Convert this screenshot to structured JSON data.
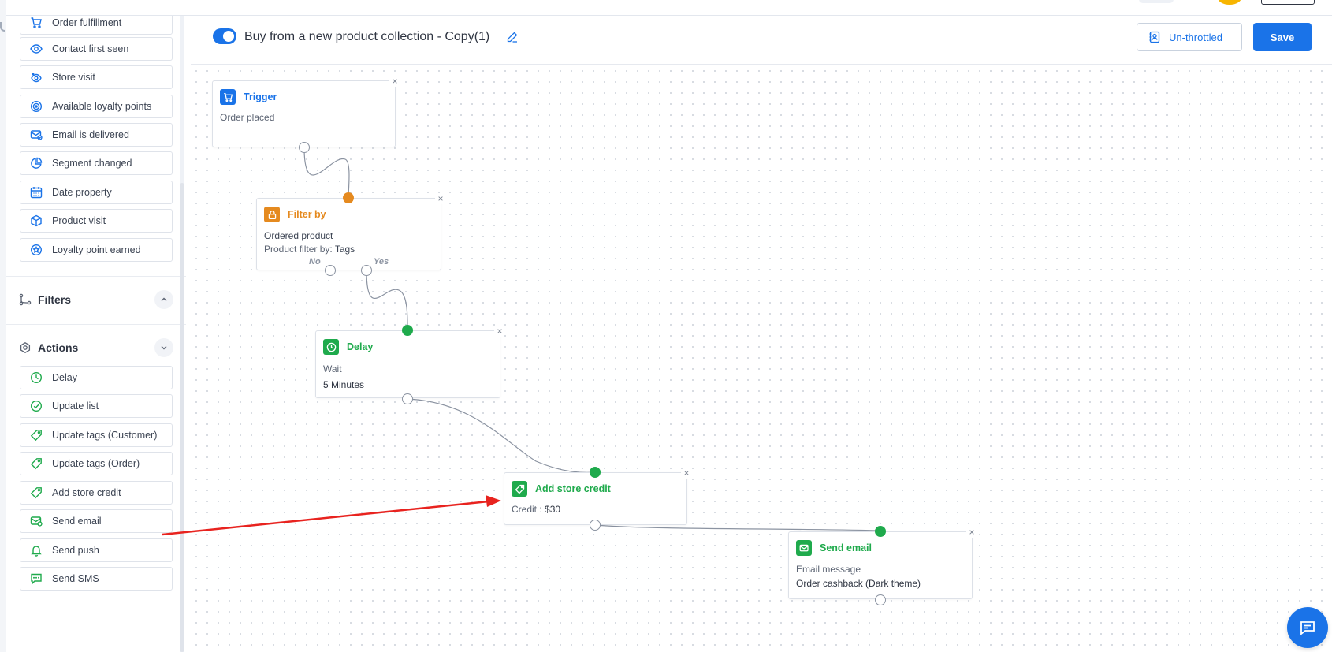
{
  "header": {
    "flow_title": "Buy from a new product collection - Copy(1)",
    "unthrottled_label": "Un-throttled",
    "save_label": "Save"
  },
  "sidebar": {
    "trigger_items": [
      {
        "label": "Order fulfillment",
        "icon": "cart-icon"
      },
      {
        "label": "Contact first seen",
        "icon": "eye-icon"
      },
      {
        "label": "Store visit",
        "icon": "eye-cycle-icon"
      },
      {
        "label": "Available loyalty points",
        "icon": "loyalty-icon"
      },
      {
        "label": "Email is delivered",
        "icon": "email-check-icon"
      },
      {
        "label": "Segment changed",
        "icon": "pie-icon"
      },
      {
        "label": "Date property",
        "icon": "calendar-icon"
      },
      {
        "label": "Product visit",
        "icon": "box-icon"
      },
      {
        "label": "Loyalty point earned",
        "icon": "star-icon"
      }
    ],
    "filters_title": "Filters",
    "actions_title": "Actions",
    "action_items": [
      {
        "label": "Delay",
        "icon": "clock-icon"
      },
      {
        "label": "Update list",
        "icon": "check-circle-icon"
      },
      {
        "label": "Update tags (Customer)",
        "icon": "tag-icon"
      },
      {
        "label": "Update tags (Order)",
        "icon": "tag-icon"
      },
      {
        "label": "Add store credit",
        "icon": "tag-icon"
      },
      {
        "label": "Send email",
        "icon": "email-icon"
      },
      {
        "label": "Send push",
        "icon": "bell-icon"
      },
      {
        "label": "Send SMS",
        "icon": "sms-icon"
      }
    ]
  },
  "nodes": {
    "trigger": {
      "title": "Trigger",
      "line1": "Order placed"
    },
    "filter": {
      "title": "Filter by",
      "line1": "Ordered product",
      "line2_label": "Product filter by:",
      "line2_value": "Tags",
      "no_label": "No",
      "yes_label": "Yes"
    },
    "delay": {
      "title": "Delay",
      "line1": "Wait",
      "line2": "5 Minutes"
    },
    "credit": {
      "title": "Add store credit",
      "line1_label": "Credit :",
      "line1_value": "$30"
    },
    "email": {
      "title": "Send email",
      "line1": "Email message",
      "line2": "Order cashback (Dark theme)"
    }
  },
  "colors": {
    "accent": "#1a73e8",
    "trigger": "#1a73e8",
    "filter": "#e58a1f",
    "action": "#1faa4c",
    "annotation_arrow": "#e8231f"
  }
}
